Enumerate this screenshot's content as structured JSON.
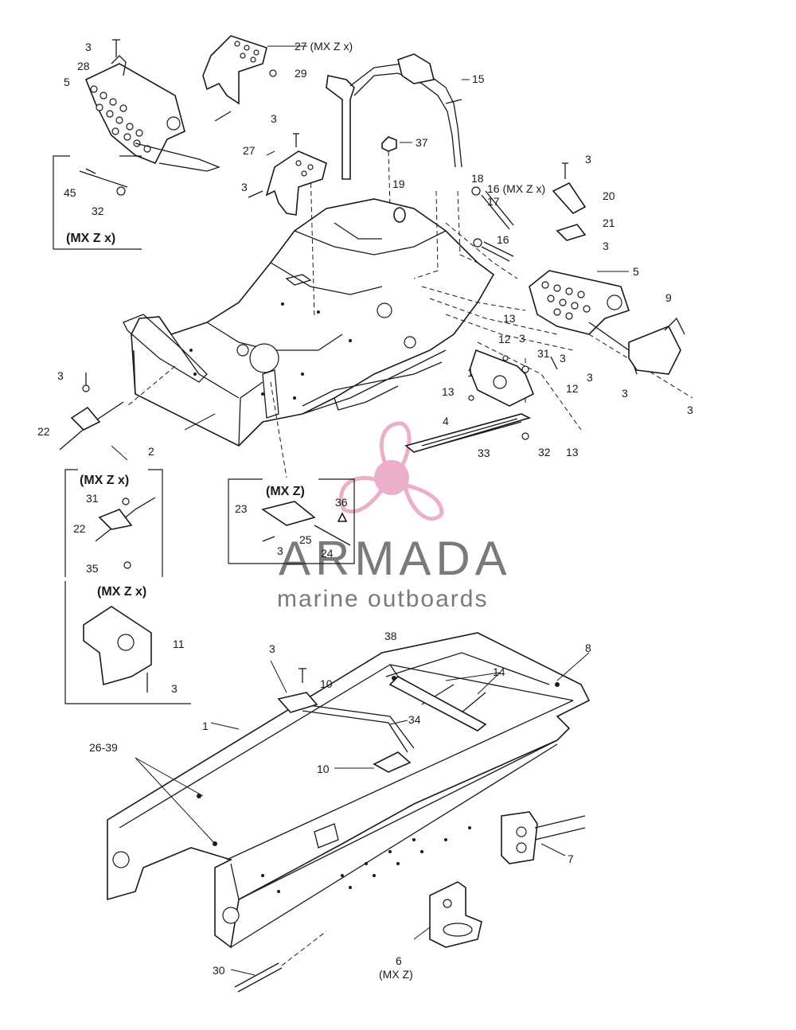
{
  "colors": {
    "line": "#1a1a1a",
    "watermark_gray": "#7a7a7a",
    "watermark_pink": "#e9a6c6"
  },
  "groups": {
    "g1": "(MX Z x)",
    "g2": "(MX Z x)",
    "g3": "(MX Z)",
    "g4": "(MX Z x)"
  },
  "labels": {
    "l_3a": "3",
    "l_28": "28",
    "l_5a": "5",
    "l_45": "45",
    "l_32a": "32",
    "l_27a": "27 (MX Z x)",
    "l_29": "29",
    "l_15": "15",
    "l_3b": "3",
    "l_37": "37",
    "l_27b": "27",
    "l_3c": "3",
    "l_19": "19",
    "l_18": "18",
    "l_16a": "16 (MX Z x)",
    "l_17": "17",
    "l_16b": "16",
    "l_3d": "3",
    "l_20": "20",
    "l_21": "21",
    "l_3e": "3",
    "l_5b": "5",
    "l_9": "9",
    "l_13a": "13",
    "l_3f": "3",
    "l_12a": "12",
    "l_31a": "31",
    "l_3g": "3",
    "l_3h": "3",
    "l_12b": "12",
    "l_13b": "13",
    "l_1": "1",
    "l_3i": "3",
    "l_3j": "3",
    "l_4": "4",
    "l_33": "33",
    "l_32b": "32",
    "l_13c": "13",
    "l_3k": "3",
    "l_22a": "22",
    "l_2": "2",
    "l_31b": "31",
    "l_22b": "22",
    "l_35": "35",
    "l_23": "23",
    "l_36": "36",
    "l_25": "25",
    "l_3l": "3",
    "l_24": "24",
    "l_11": "11",
    "l_3m": "3",
    "l_38": "38",
    "l_8": "8",
    "l_3n": "3",
    "l_14": "14",
    "l_10a": "10",
    "l_1b": "1",
    "l_34": "34",
    "l_2639": "26-39",
    "l_10b": "10",
    "l_7": "7",
    "l_6": "6",
    "l_6sub": "(MX Z)",
    "l_30": "30"
  },
  "watermark": {
    "brand": "ARMADA",
    "tagline": "marine outboards"
  }
}
